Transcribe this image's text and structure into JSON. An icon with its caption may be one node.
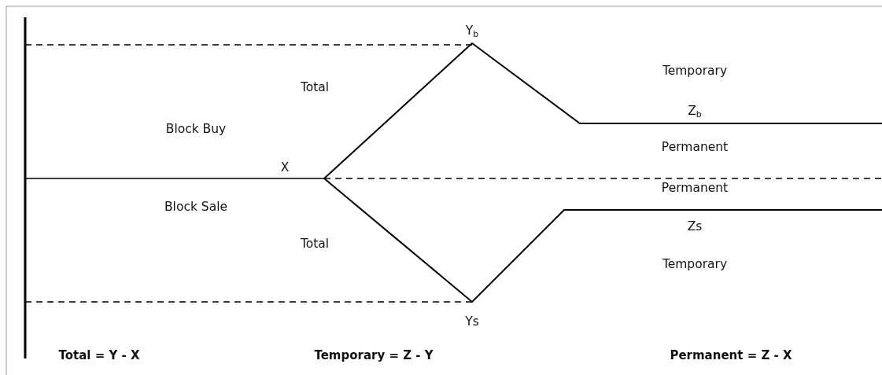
{
  "diagram": {
    "labels": [
      "Y$_{b}$",
      "Temporary",
      "Total",
      "Z$_{b}$",
      "Block Buy",
      "Permanent",
      "X",
      "Permanent",
      "Block Sale",
      "Zs",
      "Total",
      "Temporary",
      "Ys",
      "Total = Y - X",
      "Temporary = Z - Y",
      "Permanent = Z - X"
    ]
  }
}
